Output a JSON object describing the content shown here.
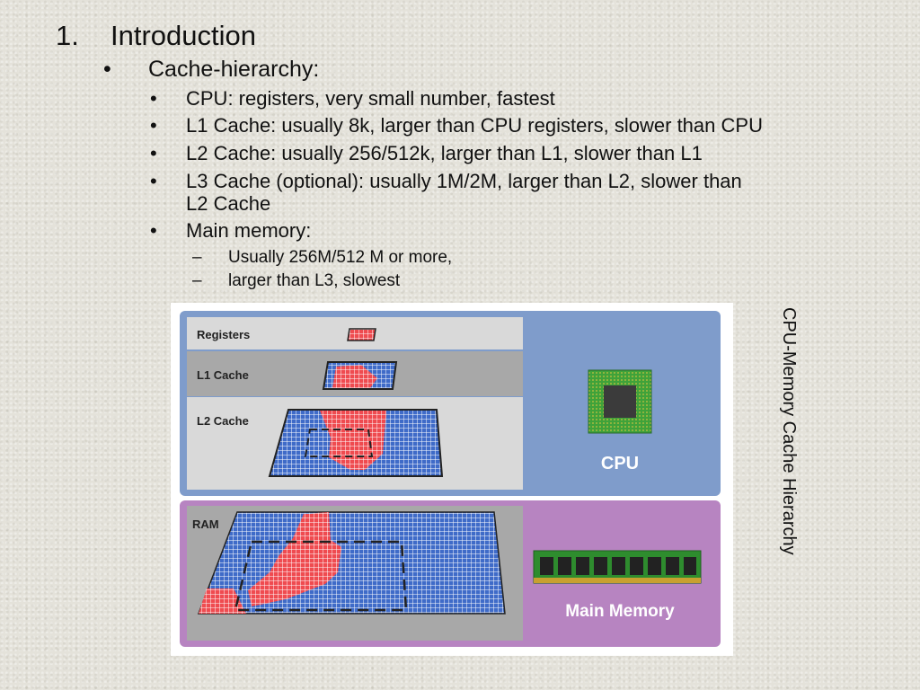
{
  "heading": {
    "number": "1.",
    "text": "Introduction"
  },
  "bullet_glyph": "•",
  "dash_glyph": "–",
  "level2": {
    "text": "Cache-hierarchy:"
  },
  "level3": [
    {
      "text": "CPU: registers, very small number, fastest"
    },
    {
      "text": "L1 Cache: usually 8k, larger than CPU registers, slower than CPU"
    },
    {
      "text": "L2 Cache: usually 256/512k, larger than L1, slower than L1"
    },
    {
      "text": "L3 Cache (optional): usually 1M/2M, larger than L2, slower than",
      "text2": "L2 Cache"
    },
    {
      "text": "Main memory:"
    }
  ],
  "level4": [
    {
      "text": "Usually 256M/512 M or more,"
    },
    {
      "text": "larger than L3, slowest"
    }
  ],
  "figure": {
    "labels": {
      "registers": "Registers",
      "l1": "L1 Cache",
      "l2": "L2 Cache",
      "ram": "RAM",
      "cpu": "CPU",
      "main_memory": "Main Memory"
    },
    "colors": {
      "cpu_panel": "#7f9ccb",
      "memory_panel": "#b784c1",
      "cache_blue": "#3f6bc8",
      "hot_red": "#ef4b50",
      "chip_green": "#3fa23a"
    }
  },
  "caption": "CPU-Memory Cache Hierarchy"
}
